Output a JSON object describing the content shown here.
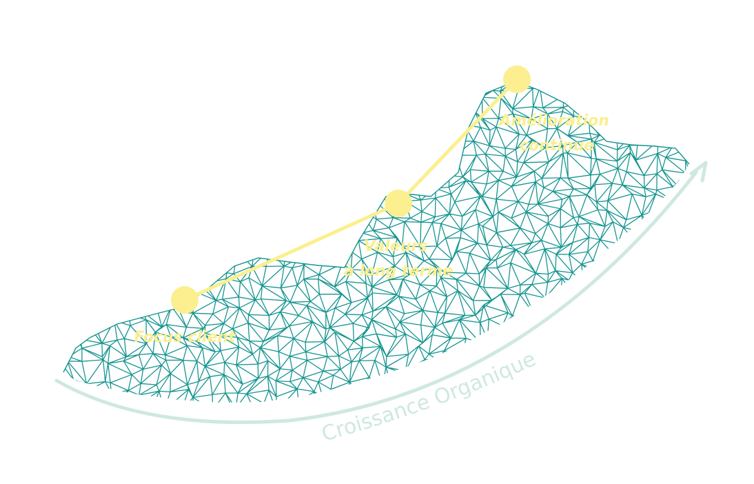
{
  "colors": {
    "background": "#ffffff",
    "mesh": "#14948f",
    "highlight": "#fbef8f",
    "curve": "#cfe8e0"
  },
  "milestones": [
    {
      "id": "focus-client",
      "lines": [
        "Focus client"
      ]
    },
    {
      "id": "valeurs-long-terme",
      "lines": [
        "Valeurs",
        "à long terme"
      ]
    },
    {
      "id": "amelioration-continue",
      "lines": [
        "Amélioration",
        "continue"
      ]
    }
  ],
  "growth_curve": {
    "label": "Croissance Organique"
  },
  "icons": [
    "arrow-head-icon"
  ]
}
